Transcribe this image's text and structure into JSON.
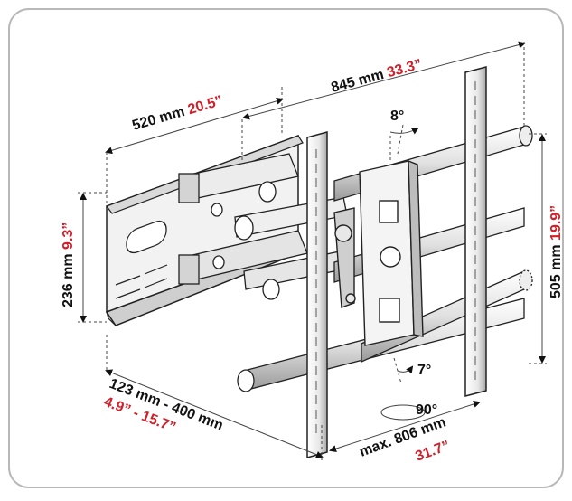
{
  "colors": {
    "accent_red": "#d0202a",
    "ink": "#111111",
    "metal_light": "#e9e9e9",
    "metal_dark": "#9a9a9a"
  },
  "dimensions": {
    "width_520": {
      "metric": "520 mm",
      "imperial": "20.5”"
    },
    "width_845": {
      "metric": "845 mm",
      "imperial": "33.3”"
    },
    "height_236": {
      "metric": "236 mm",
      "imperial": "9.3”"
    },
    "height_505": {
      "metric": "505 mm",
      "imperial": "19.9”"
    },
    "extension": {
      "metric": "123 mm - 400 mm",
      "imperial": "4.9” - 15.7”"
    },
    "max_806": {
      "metric": "max. 806 mm",
      "imperial": "31.7”"
    }
  },
  "angles": {
    "tilt_up": "8°",
    "tilt_down": "7°",
    "swivel": "90°"
  }
}
